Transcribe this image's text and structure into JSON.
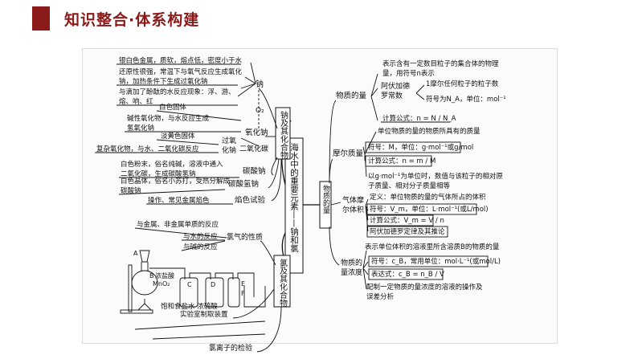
{
  "title": "知识整合·体系构建",
  "center": "海水中的重要元素——钠和氯",
  "sodium": {
    "branch": "钠及其化合物",
    "na": "钠",
    "o2": "O₂",
    "props": [
      "银白色金属，质软，熔点低，密度小于水",
      "还原性很强，常温下与氧气反应生成氧化",
      "钠，加热条件下生成过氧化钠",
      "与滴加了酚酞的水反应现象：浮、游、",
      "熔、响、红"
    ],
    "oxides": "氧化钠",
    "na2o_l1": "白色固体",
    "na2o_l2": "碱性氧化物，与水反应生成",
    "na2o_l3": "氢氧化钠",
    "na2o2_l1": "淡黄色固体",
    "na2o2_l2": "复杂氧化物，与水、二氧化碳反应",
    "na2o2_name_1": "过氧",
    "na2o2_name_2": "化钠",
    "co2": "二氧化碳",
    "carbonate": "碳酸钠",
    "carb_l1": "白色粉末，俗名纯碱，溶液中通入",
    "carb_l2": "二氧化碳，生成碳酸氢钠",
    "bicarb": "碳酸氢钠",
    "bicarb_l1": "白色晶体，俗名小苏打，受热分解成",
    "bicarb_l2": "碳酸钠",
    "flame": "焰色试验",
    "flame_desc": "操作、常见金属焰色"
  },
  "chlorine": {
    "branch": "氯及其化合物",
    "props": "氯气的性质",
    "r1": "与金属、非金属单质的反应",
    "r2": "与水的反应",
    "r3": "与碱的反应",
    "lab": "实验室制取装置",
    "lab_labels": [
      "A",
      "B",
      "浓盐酸",
      "MnO₂",
      "C",
      "D",
      "E",
      "F"
    ],
    "bottles": "饱和食盐水 浓硫酸",
    "test": "氯离子的检验"
  },
  "mole": {
    "branch": "物质的量",
    "amount": "物质的量",
    "amt_l1": "表示含有一定数目粒子的集合体的物理",
    "amt_l2": "量，用符号n表示",
    "avo_1": "阿伏加德",
    "avo_2": "罗常数",
    "avo_d1": "1摩尔任何粒子的粒子数",
    "avo_d2": "符号为N_A，单位：mol⁻¹",
    "amt_formula": "计算公式：n = N / N_A",
    "molar_mass": "摩尔质量",
    "mm_l1": "单位物质的量的物质所具有的质量",
    "mm_l2": "符号：M，单位：g·mol⁻¹或g/mol",
    "mm_l3": "计算公式：n = m / M",
    "mm_l4": "以g·mol⁻¹为单位时，数值与该粒子的相对原",
    "mm_l5": "子质量、相对分子质量相等",
    "gas_1": "气体摩",
    "gas_2": "尔体积",
    "gas_l1": "定义：单位物质的量的气体所占的体积",
    "gas_l2": "符号：V_m，单位：L·mol⁻¹(或L/mol)",
    "gas_l3": "计算公式：V_m = V / n",
    "gas_l4": "阿伏加德罗定律及其推论",
    "conc_1": "物质的",
    "conc_2": "量浓度",
    "conc_l1": "表示单位体积的溶液里所含溶质B的物质的量",
    "conc_l2": "符号：c_B，常用单位：mol·L⁻¹(或mol/L)",
    "conc_l3": "表达式：c_B = n_B / V",
    "conc_l4": "配制一定物质的量浓度的溶液的操作及",
    "conc_l5": "误差分析"
  }
}
